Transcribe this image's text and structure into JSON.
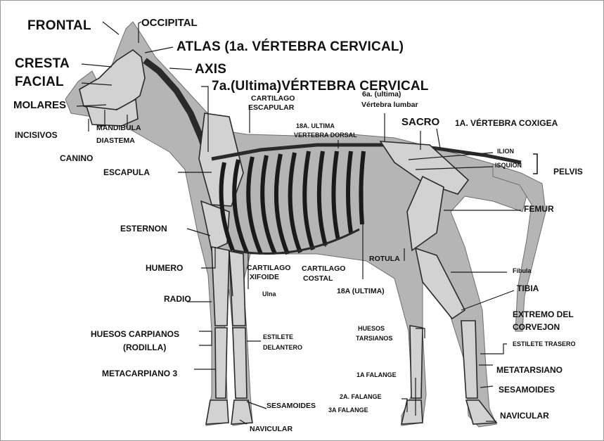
{
  "colors": {
    "bone": "#d2d2d2",
    "body": "#b5b5b5",
    "line": "#1a1a1a",
    "ink": "#111111"
  },
  "labels": {
    "frontal": "FRONTAL",
    "occipital": "OCCIPITAL",
    "atlas": "ATLAS (1a. VÉRTEBRA CERVICAL)",
    "axis": "AXIS",
    "cresta_facial_1": "CRESTA",
    "cresta_facial_2": "FACIAL",
    "ultima_cervical": "7a.(Ultima)VÉRTEBRA CERVICAL",
    "molares": "MOLARES",
    "cartilago_escapular_1": "CARTILAGO",
    "cartilago_escapular_2": "ESCAPULAR",
    "ultima_lumbar_1": "6a. (ultima)",
    "ultima_lumbar_2": "Vértebra lumbar",
    "mandibula": "MANDIBULA",
    "diastema": "DIASTEMA",
    "incisivos": "INCISIVOS",
    "ultima_dorsal_1": "18A. ULTIMA",
    "ultima_dorsal_2": "VERTEBRA DORSAL",
    "sacro": "SACRO",
    "coxigea": "1A. VÉRTEBRA COXIGEA",
    "canino": "CANINO",
    "ilion": "ILION",
    "isquion": "ISQUION",
    "pelvis": "PELVIS",
    "escapula": "ESCAPULA",
    "femur": "FEMUR",
    "esternon": "ESTERNON",
    "rotula": "ROTULA",
    "humero": "HUMERO",
    "cartilago_xifoide_1": "CARTILAGO",
    "cartilago_xifoide_2": "XIFOIDE",
    "ulna": "Ulna",
    "cartilago_costal_1": "CARTILAGO",
    "cartilago_costal_2": "COSTAL",
    "ultima_costilla": "18A (ULTIMA)",
    "fibula": "Fibula",
    "radio": "RADIO",
    "tibia": "TIBIA",
    "extremo_1": "EXTREMO DEL",
    "extremo_2": "CORVEJON",
    "huesos_carpianos_1": "HUESOS CARPIANOS",
    "huesos_carpianos_2": "(RODILLA)",
    "estilete_delantero_1": "ESTILETE",
    "estilete_delantero_2": "DELANTERO",
    "huesos_tarsianos_1": "HUESOS",
    "huesos_tarsianos_2": "TARSIANOS",
    "estilete_trasero": "ESTILETE TRASERO",
    "metacarpiano": "METACARPIANO 3",
    "metatarsiano": "METATARSIANO",
    "primera_falange": "1A FALANGE",
    "sesamoides_delantero": "SESAMOIDES",
    "sesamoides_trasero": "SESAMOIDES",
    "segunda_falange": "2A. FALANGE",
    "tercera_falange": "3A FALANGE",
    "navicular_delantero": "NAVICULAR",
    "navicular_trasero": "NAVICULAR"
  }
}
